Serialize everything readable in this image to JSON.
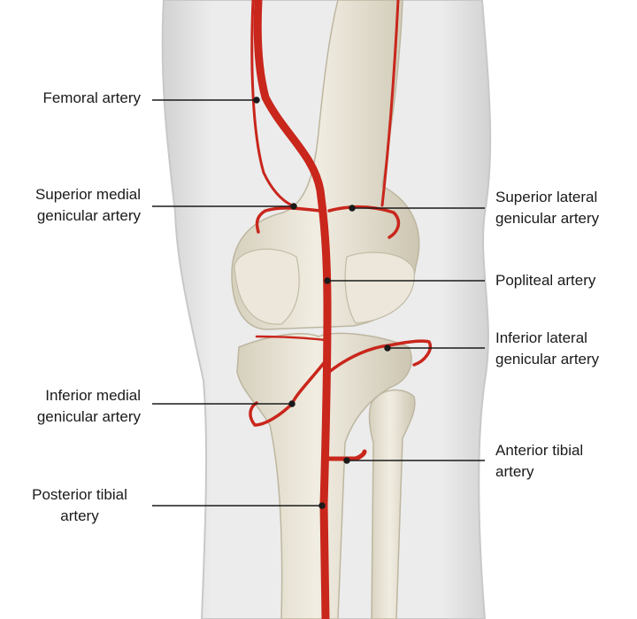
{
  "colors": {
    "artery": "#c9261c",
    "bone": "#ebe6d8",
    "bone_shadow": "#cfc8b4",
    "skin": "#e6e6e6",
    "leader": "#1a1a1a"
  },
  "labels": {
    "femoral": [
      "Femoral artery"
    ],
    "superior_medial": [
      "Superior medial",
      "genicular artery"
    ],
    "superior_lateral": [
      "Superior lateral",
      "genicular artery"
    ],
    "popliteal": [
      "Popliteal artery"
    ],
    "inferior_lateral": [
      "Inferior lateral",
      "genicular artery"
    ],
    "inferior_medial": [
      "Inferior medial",
      "genicular artery"
    ],
    "anterior_tibial": [
      "Anterior tibial",
      "artery"
    ],
    "posterior_tibial": [
      "Posterior tibial",
      "artery"
    ]
  }
}
